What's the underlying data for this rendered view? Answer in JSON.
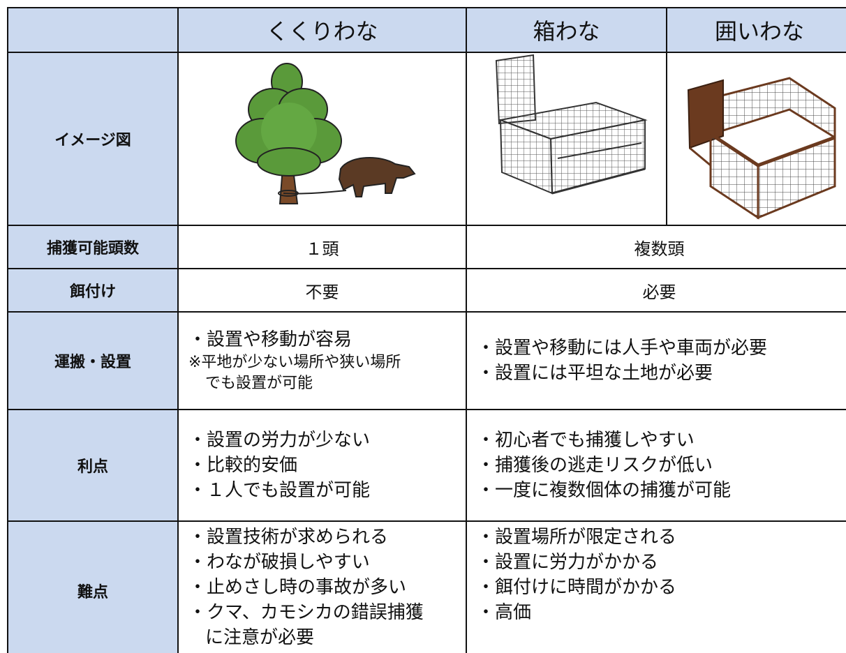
{
  "columns": {
    "kukuri": "くくりわな",
    "hako": "箱わな",
    "kakoi": "囲いわな"
  },
  "rows": {
    "image": {
      "label": "イメージ図"
    },
    "capacity": {
      "label": "捕獲可能頭数",
      "kukuri": "１頭",
      "shared": "複数頭"
    },
    "bait": {
      "label": "餌付け",
      "kukuri": "不要",
      "shared": "必要"
    },
    "transport": {
      "label": "運搬・設置",
      "kukuri": [
        "・設置や移動が容易"
      ],
      "kukuri_note_1": "※平地が少ない場所や狭い場所",
      "kukuri_note_2": "でも設置が可能",
      "shared": [
        "・設置や移動には人手や車両が必要",
        "・設置には平坦な土地が必要"
      ]
    },
    "advantages": {
      "label": "利点",
      "kukuri": [
        "・設置の労力が少ない",
        "・比較的安価",
        "・１人でも設置が可能"
      ],
      "shared": [
        "・初心者でも捕獲しやすい",
        "・捕獲後の逃走リスクが低い",
        "・一度に複数個体の捕獲が可能"
      ]
    },
    "drawbacks": {
      "label": "難点",
      "kukuri": [
        "・設置技術が求められる",
        "・わなが破損しやすい",
        "・止めさし時の事故が多い",
        "・クマ、カモシカの錯誤捕獲"
      ],
      "kukuri_cont": "に注意が必要",
      "shared": [
        "・設置場所が限定される",
        "・設置に労力がかかる",
        "・餌付けに時間がかかる",
        "・高価"
      ]
    }
  },
  "colors": {
    "header_bg": "#cbd9ef",
    "tree_green": "#5a9a3a",
    "boar_brown": "#5b3a24",
    "frame_brown": "#6b3a1f"
  },
  "icons": [
    "tree-illustration",
    "boar-illustration",
    "box-trap-illustration",
    "corral-trap-illustration"
  ]
}
